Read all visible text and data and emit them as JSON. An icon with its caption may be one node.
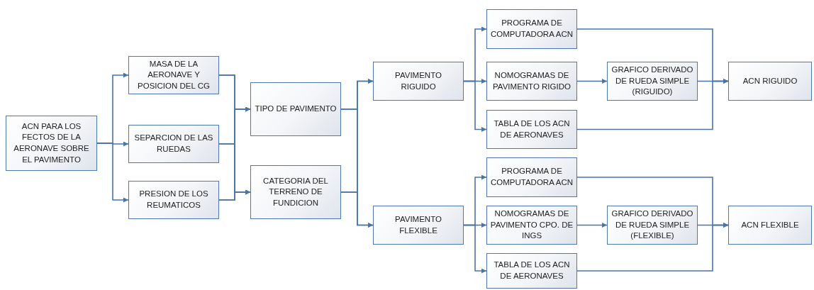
{
  "diagram": {
    "nodes": [
      {
        "text": [
          "ACN PARA LOS FECTOS DE LA AERONAVE SOBRE EL PAVIMENTO"
        ]
      },
      {
        "text": [
          "MASA DE LA AERONAVE Y POSICION DEL CG"
        ]
      },
      {
        "text": [
          "SEPARCION DE LAS RUEDAS"
        ]
      },
      {
        "text": [
          "PRESION DE LOS REUMATICOS"
        ]
      },
      {
        "text": [
          "TIPO DE PAVIMENTO"
        ]
      },
      {
        "text": [
          "CATEGORIA DEL TERRENO DE FUNDICION"
        ]
      },
      {
        "text": [
          "PAVIMENTO RIGUIDO"
        ]
      },
      {
        "text": [
          "PAVIMENTO FLEXIBLE"
        ]
      },
      {
        "text": [
          "PROGRAMA DE COMPUTADORA ACN"
        ]
      },
      {
        "text": [
          "NOMOGRAMAS DE PAVIMENTO RIGIDO"
        ]
      },
      {
        "text": [
          "TABLA DE LOS ACN DE AERONAVES"
        ]
      },
      {
        "text": [
          "GRAFICO DERIVADO DE RUEDA SIMPLE (RIGUIDO)"
        ]
      },
      {
        "text": [
          "ACN RIGUIDO"
        ]
      },
      {
        "text": [
          "PROGRAMA DE COMPUTADORA ACN"
        ]
      },
      {
        "text": [
          "NOMOGRAMAS DE PAVIMENTO CPO. DE INGS"
        ]
      },
      {
        "text": [
          "TABLA DE LOS ACN DE AERONAVES"
        ]
      },
      {
        "text": [
          "GRAFICO DERIVADO DE RUEDA SIMPLE (FLEXIBLE)"
        ]
      },
      {
        "text": [
          "ACN FLEXIBLE"
        ]
      }
    ],
    "edges": [
      {
        "from": 0,
        "to": 1,
        "arrow": "to"
      },
      {
        "from": 0,
        "to": 2,
        "arrow": "to"
      },
      {
        "from": 0,
        "to": 3,
        "arrow": "to"
      },
      {
        "from": 1,
        "to": 4,
        "arrow": "to"
      },
      {
        "from": 2,
        "to": 4,
        "arrow": "to"
      },
      {
        "from": 3,
        "to": 4,
        "arrow": "to"
      },
      {
        "from": 1,
        "to": 5,
        "arrow": "to"
      },
      {
        "from": 2,
        "to": 5,
        "arrow": "to"
      },
      {
        "from": 3,
        "to": 5,
        "arrow": "to"
      },
      {
        "from": 4,
        "to": 6,
        "arrow": "to"
      },
      {
        "from": 4,
        "to": 7,
        "arrow": "to"
      },
      {
        "from": 5,
        "to": 6,
        "arrow": "to"
      },
      {
        "from": 5,
        "to": 7,
        "arrow": "to"
      },
      {
        "from": 6,
        "to": 8,
        "arrow": "to"
      },
      {
        "from": 6,
        "to": 9,
        "arrow": "to"
      },
      {
        "from": 6,
        "to": 10,
        "arrow": "to"
      },
      {
        "from": 9,
        "to": 11,
        "arrow": "to"
      },
      {
        "from": 8,
        "to": 12,
        "arrow": "to"
      },
      {
        "from": 11,
        "to": 12,
        "arrow": "to"
      },
      {
        "from": 10,
        "to": 12,
        "arrow": "to"
      },
      {
        "from": 7,
        "to": 13,
        "arrow": "to"
      },
      {
        "from": 7,
        "to": 14,
        "arrow": "to"
      },
      {
        "from": 7,
        "to": 15,
        "arrow": "to"
      },
      {
        "from": 14,
        "to": 16,
        "arrow": "to"
      },
      {
        "from": 13,
        "to": 17,
        "arrow": "to"
      },
      {
        "from": 16,
        "to": 17,
        "arrow": "to"
      },
      {
        "from": 15,
        "to": 17,
        "arrow": "to"
      }
    ]
  }
}
